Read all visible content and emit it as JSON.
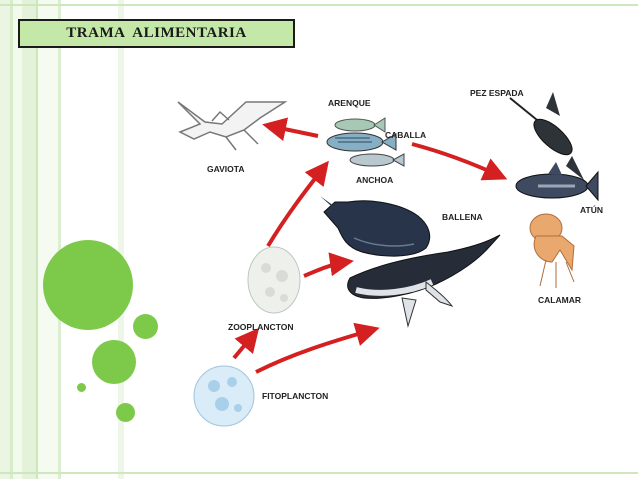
{
  "title": "TRAMA  ALIMENTARIA",
  "organisms": {
    "gaviota": "GAVIOTA",
    "arenque": "ARENQUE",
    "caballa": "CABALLA",
    "anchoa": "ANCHOA",
    "pez_espada": "PEZ ESPADA",
    "atun": "ATÚN",
    "ballena": "BALLENA",
    "calamar": "CALAMAR",
    "zooplancton": "ZOOPLANCTON",
    "fitoplancton": "FITOPLANCTON"
  },
  "colors": {
    "accent_green": "#7dc94a",
    "title_fill": "#c4e8a8",
    "arrow_red": "#d42020"
  }
}
